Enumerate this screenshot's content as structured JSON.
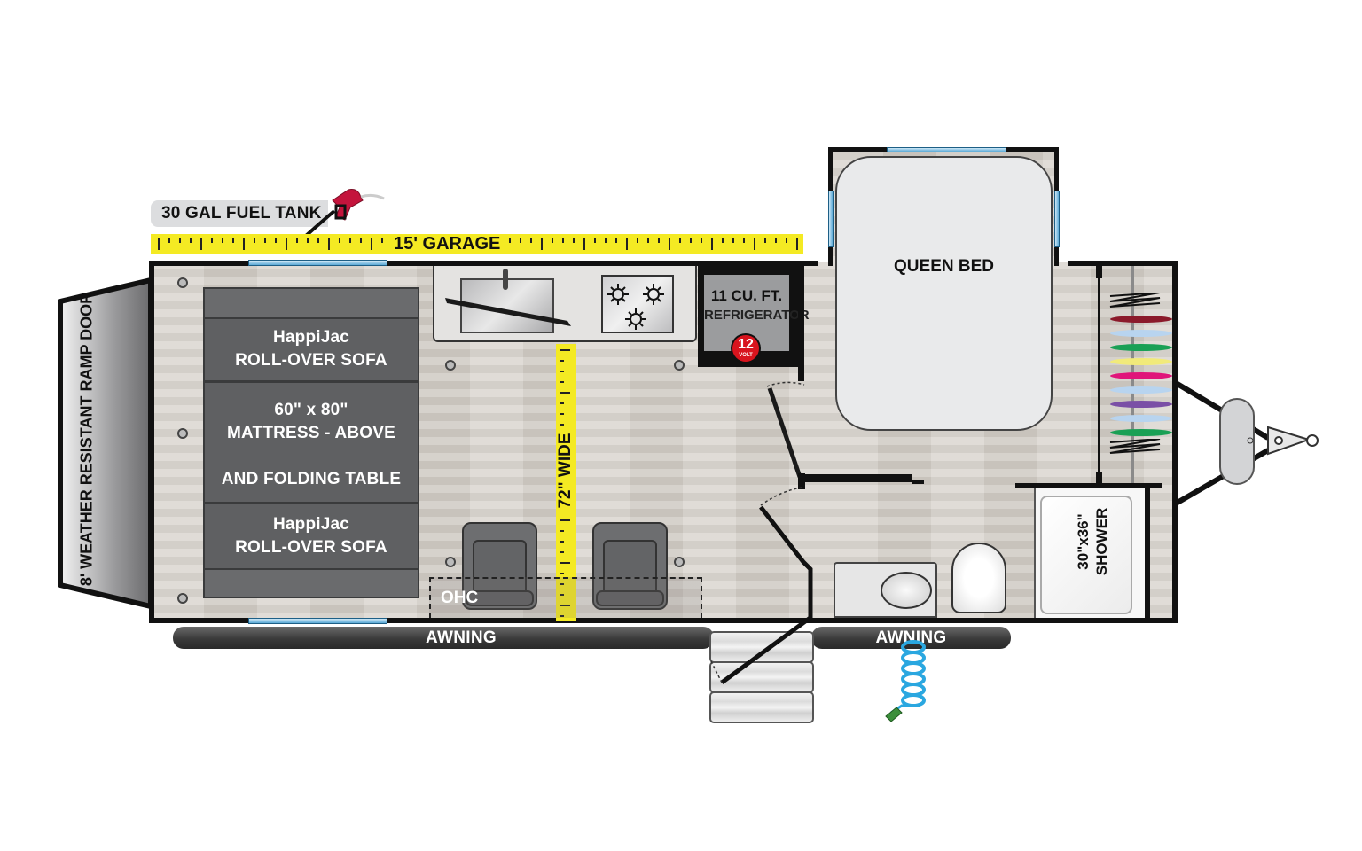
{
  "labels": {
    "fuel_tank": "30 GAL FUEL TANK",
    "garage_length": "15' GARAGE",
    "width": "72\" WIDE",
    "ramp_door": "8' WEATHER RESISTANT RAMP DOOR",
    "sofa_top_line1": "HappiJac",
    "sofa_top_line2": "ROLL-OVER SOFA",
    "mattress_line1": "60\" x 80\"",
    "mattress_line2": "MATTRESS - ABOVE",
    "mattress_line3": "AND FOLDING TABLE",
    "sofa_bottom_line1": "HappiJac",
    "sofa_bottom_line2": "ROLL-OVER SOFA",
    "refrigerator_line1": "11 CU. FT.",
    "refrigerator_line2": "REFRIGERATOR",
    "fridge_badge_number": "12",
    "fridge_badge_unit": "VOLT",
    "queen_bed": "QUEEN BED",
    "shower_line1": "30\"x36\"",
    "shower_line2": "SHOWER",
    "ohc": "OHC",
    "awning_left": "AWNING",
    "awning_right": "AWNING"
  },
  "colors": {
    "tape": "#f4ea23",
    "floor": "#d6d1ca",
    "wall": "#111111",
    "furniture": "#5f6062",
    "bed": "#e9eaeb",
    "fuel_nozzle": "#c4143c",
    "hose": "#2aa7e0",
    "fridge_badge": "#d8141e",
    "hangers": [
      "#8b1a2b",
      "#b8d4ef",
      "#1aa055",
      "#f1ea7a",
      "#e0157a",
      "#b8d4ef",
      "#7a4fa6",
      "#b8d4ef",
      "#1aa055"
    ]
  }
}
